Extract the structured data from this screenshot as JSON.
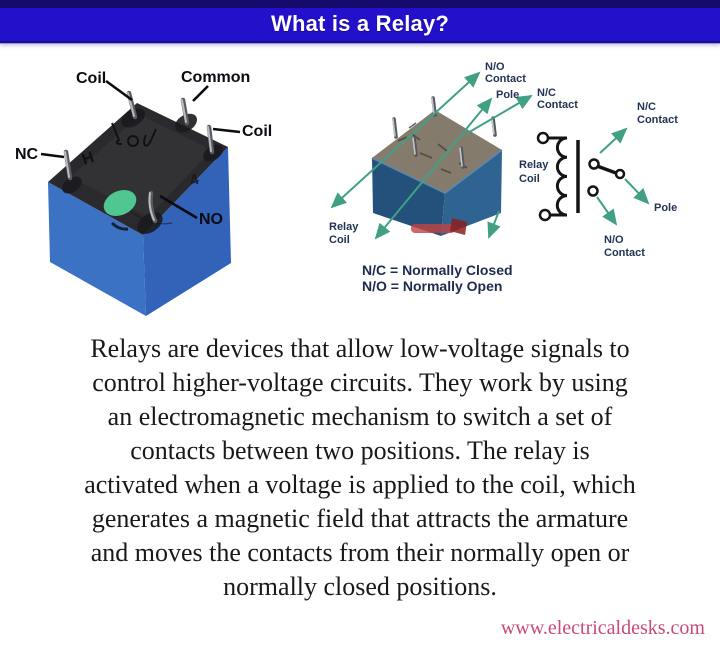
{
  "header": {
    "title": "What is a Relay?"
  },
  "colors": {
    "header_bg": "#2310ca",
    "header_top_strip": "#150a6b",
    "arrow_teal": "#41a083",
    "relay_blue": "#3b72c4",
    "relay_navy": "#24517b",
    "footer_pink": "#c9497c"
  },
  "pin_diagram": {
    "coil_top": "Coil",
    "common": "Common",
    "coil_right": "Coil",
    "nc": "NC",
    "no": "NO",
    "marking_h": "H",
    "marking_4": "4"
  },
  "wiring_diagram": {
    "no_contact_l1": "N/O",
    "no_contact_l2": "Contact",
    "pole": "Pole",
    "nc_contact_l1": "N/C",
    "nc_contact_l2": "Contact",
    "relay_coil_l1": "Relay",
    "relay_coil_l2": "Coil"
  },
  "legend": {
    "line1": "N/C = Normally Closed",
    "line2": "N/O = Normally Open"
  },
  "schematic": {
    "relay_coil_l1": "Relay",
    "relay_coil_l2": "Coil",
    "nc_contact_l1": "N/C",
    "nc_contact_l2": "Contact",
    "pole": "Pole",
    "no_contact_l1": "N/O",
    "no_contact_l2": "Contact"
  },
  "paragraph": {
    "lines": [
      "Relays are devices that allow low-voltage signals to",
      "control higher-voltage circuits. They work by using",
      "an electromagnetic mechanism to switch a set of",
      "contacts between two positions. The relay is",
      "activated when a voltage is applied to the coil, which",
      "generates a magnetic field that attracts the armature",
      "and moves the contacts from their normally open or",
      "normally closed positions."
    ]
  },
  "footer": {
    "url": "www.electricaldesks.com"
  }
}
